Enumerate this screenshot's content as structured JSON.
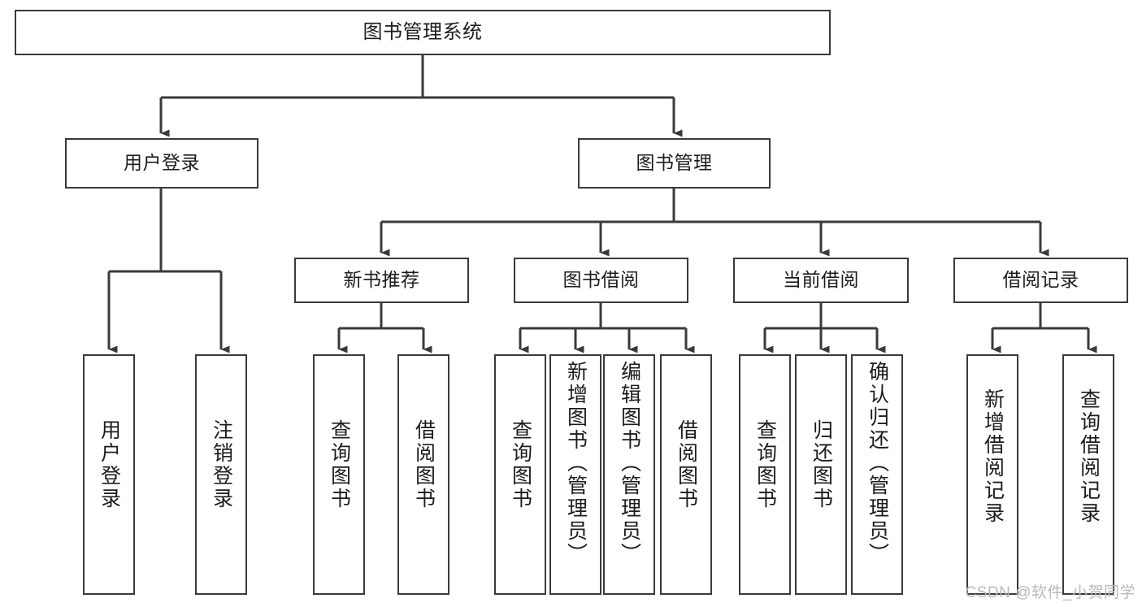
{
  "diagram": {
    "title": "图书管理系统",
    "type": "tree-hierarchy",
    "watermark": "CSDN @软件_小贺同学",
    "colors": {
      "background": "#ffffff",
      "box_border": "#3a3a3a",
      "connector": "#3a3a3a",
      "text": "#1c1c1c",
      "watermark": "#b9b9b9"
    },
    "nodes": {
      "root": {
        "label": "图书管理系统",
        "level": 1
      },
      "l2": [
        {
          "id": "user-login",
          "label": "用户登录",
          "level": 2
        },
        {
          "id": "book-management",
          "label": "图书管理",
          "level": 2
        }
      ],
      "l3": [
        {
          "id": "new-book-recommend",
          "label": "新书推荐",
          "level": 3,
          "parent": "book-management"
        },
        {
          "id": "book-borrow",
          "label": "图书借阅",
          "level": 3,
          "parent": "book-management"
        },
        {
          "id": "current-borrow",
          "label": "当前借阅",
          "level": 3,
          "parent": "book-management"
        },
        {
          "id": "borrow-record",
          "label": "借阅记录",
          "level": 3,
          "parent": "book-management"
        }
      ],
      "leaves": [
        {
          "id": "leaf-user-login",
          "label": "用户登录",
          "parent": "user-login"
        },
        {
          "id": "leaf-logout-login",
          "label": "注销登录",
          "parent": "user-login"
        },
        {
          "id": "leaf-query-book-1",
          "label": "查询图书",
          "parent": "new-book-recommend"
        },
        {
          "id": "leaf-borrow-book-1",
          "label": "借阅图书",
          "parent": "new-book-recommend"
        },
        {
          "id": "leaf-query-book-2",
          "label": "查询图书",
          "parent": "book-borrow"
        },
        {
          "id": "leaf-add-book",
          "label": "新增图书（管理员）",
          "parent": "book-borrow"
        },
        {
          "id": "leaf-edit-book",
          "label": "编辑图书（管理员）",
          "parent": "book-borrow"
        },
        {
          "id": "leaf-borrow-book-2",
          "label": "借阅图书",
          "parent": "book-borrow"
        },
        {
          "id": "leaf-query-book-3",
          "label": "查询图书",
          "parent": "current-borrow"
        },
        {
          "id": "leaf-return-book",
          "label": "归还图书",
          "parent": "current-borrow"
        },
        {
          "id": "leaf-confirm-return",
          "label": "确认归还（管理员）",
          "parent": "current-borrow"
        },
        {
          "id": "leaf-add-record",
          "label": "新增借阅记录",
          "parent": "borrow-record"
        },
        {
          "id": "leaf-query-record",
          "label": "查询借阅记录",
          "parent": "borrow-record"
        }
      ]
    }
  }
}
